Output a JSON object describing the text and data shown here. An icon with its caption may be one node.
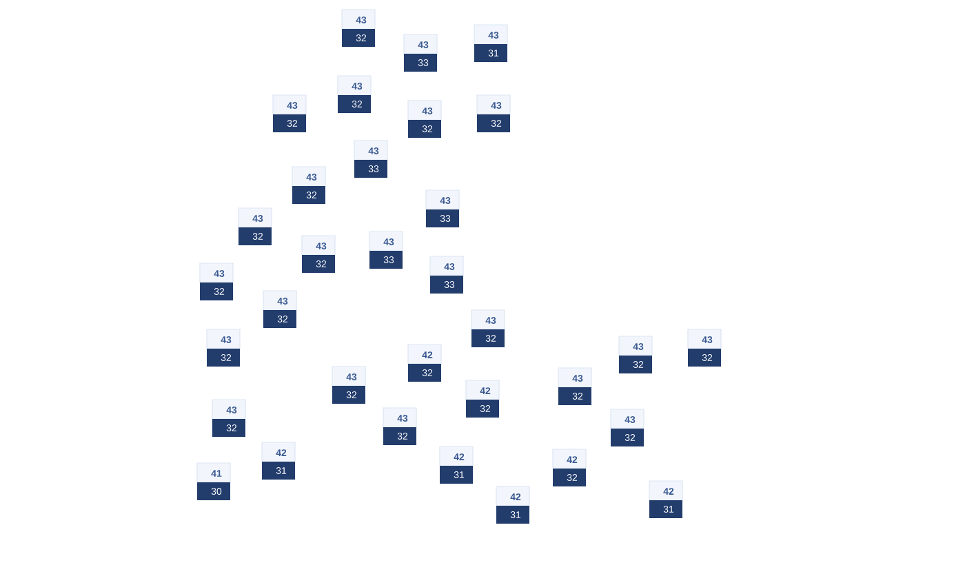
{
  "diagram": {
    "nodes": [
      {
        "text": [
          "43",
          "32"
        ]
      },
      {
        "text": [
          "43",
          "31"
        ]
      },
      {
        "text": [
          "43",
          "33"
        ]
      },
      {
        "text": [
          "43",
          "32"
        ]
      },
      {
        "text": [
          "43",
          "32"
        ]
      },
      {
        "text": [
          "43",
          "32"
        ]
      },
      {
        "text": [
          "43",
          "32"
        ]
      },
      {
        "text": [
          "43",
          "33"
        ]
      },
      {
        "text": [
          "43",
          "32"
        ]
      },
      {
        "text": [
          "43",
          "33"
        ]
      },
      {
        "text": [
          "43",
          "32"
        ]
      },
      {
        "text": [
          "43",
          "33"
        ]
      },
      {
        "text": [
          "43",
          "32"
        ]
      },
      {
        "text": [
          "43",
          "33"
        ]
      },
      {
        "text": [
          "43",
          "32"
        ]
      },
      {
        "text": [
          "43",
          "32"
        ]
      },
      {
        "text": [
          "43",
          "32"
        ]
      },
      {
        "text": [
          "43",
          "32"
        ]
      },
      {
        "text": [
          "43",
          "32"
        ]
      },
      {
        "text": [
          "43",
          "32"
        ]
      },
      {
        "text": [
          "42",
          "32"
        ]
      },
      {
        "text": [
          "43",
          "32"
        ]
      },
      {
        "text": [
          "43",
          "32"
        ]
      },
      {
        "text": [
          "42",
          "32"
        ]
      },
      {
        "text": [
          "43",
          "32"
        ]
      },
      {
        "text": [
          "43",
          "32"
        ]
      },
      {
        "text": [
          "43",
          "32"
        ]
      },
      {
        "text": [
          "42",
          "31"
        ]
      },
      {
        "text": [
          "42",
          "31"
        ]
      },
      {
        "text": [
          "42",
          "32"
        ]
      },
      {
        "text": [
          "41",
          "30"
        ]
      },
      {
        "text": [
          "42",
          "31"
        ]
      },
      {
        "text": [
          "42",
          "31"
        ]
      }
    ]
  }
}
